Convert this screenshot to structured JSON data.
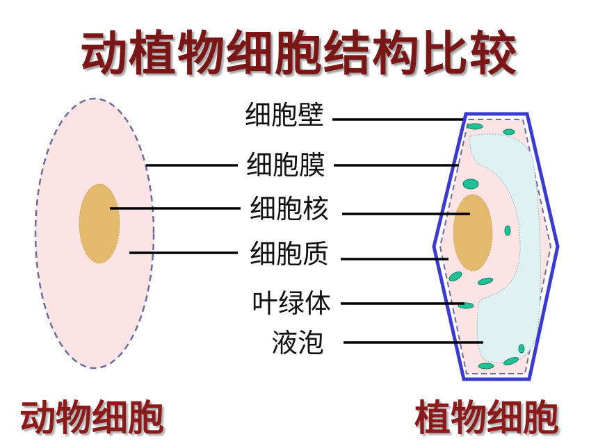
{
  "title": "动植物细胞结构比较",
  "cell_names": {
    "animal": "动物细胞",
    "plant": "植物细胞"
  },
  "labels": {
    "cell_wall": "细胞壁",
    "cell_membrane": "细胞膜",
    "nucleus": "细胞核",
    "cytoplasm": "细胞质",
    "chloroplast": "叶绿体",
    "vacuole": "液泡"
  },
  "colors": {
    "title": "#7b1616",
    "cell_name": "#8b1a1a",
    "cytoplasm_fill": "#fde4e4",
    "membrane_stroke": "#6b6b9b",
    "nucleus_fill": "#e3b96c",
    "vacuole_fill": "#dff1f0",
    "chloroplast_fill": "#1fc196",
    "cell_wall_stroke": "#3a3ad0"
  }
}
